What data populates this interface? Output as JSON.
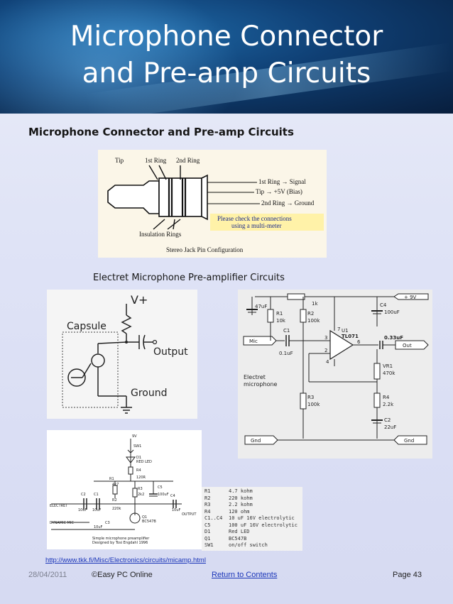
{
  "header": {
    "title_line1": "Microphone Connector",
    "title_line2": "and Pre-amp Circuits"
  },
  "subheading": "Microphone Connector and Pre-amp Circuits",
  "jack_figure": {
    "tip": "Tip",
    "ring1": "1st Ring",
    "ring2": "2nd Ring",
    "signal": "1st Ring → Signal",
    "bias": "Tip → +5V (Bias)",
    "ground": "2nd Ring → Ground",
    "insulation": "Insulation Rings",
    "note_line1": "Please check the connections",
    "note_line2": "using a multi-meter",
    "caption": "Stereo Jack Pin Configuration"
  },
  "preamp_caption": "Electret Microphone Pre-amplifier Circuits",
  "schematic1": {
    "vplus": "V+",
    "capsule": "Capsule",
    "output": "Output",
    "ground": "Ground"
  },
  "schematic2": {
    "c4": "C4",
    "c4_val": "100uF",
    "v9": "+ 9V",
    "c47": "47uF",
    "r1": "R1",
    "r1_val": "10k",
    "r2": "R2",
    "r2_val": "100k",
    "r_1k": "1k",
    "u1": "U1",
    "u1_val": "TL071",
    "c1": "C1",
    "c1_val": "0.1uF",
    "c033": "0.33uF",
    "mic": "Mic",
    "out": "Out",
    "pin7": "7",
    "pin3": "3",
    "pin2": "2",
    "pin6": "6",
    "pin4": "4",
    "vr1": "VR1",
    "vr1_val": "470k",
    "electret": "Electret",
    "microphone": "microphone",
    "r3": "R3",
    "r3_val": "100k",
    "r4": "R4",
    "r4_val": "2.2k",
    "c2": "C2",
    "c2_val": "22uF",
    "gnd_left": "Gnd",
    "gnd_right": "Gnd"
  },
  "schematic3": {
    "v9": "9V",
    "sw1": "SW1",
    "d1": "D1",
    "red_led": "RED LED",
    "r4": "R4",
    "r4_val": "120R",
    "r1": "R1",
    "r1_val": "4k7",
    "r3": "R3",
    "r3_val": "2k2",
    "c5": "C5",
    "c5_val": "100uF",
    "c2": "C2",
    "c1": "C1",
    "c_val1": "10uF",
    "c_val2": "10uF",
    "r2": "R2",
    "r2_val": "220k",
    "c4": "C4",
    "c4_val": "10uF",
    "c3": "C3",
    "electret": "ELECTRET",
    "dynamic_mic": "DYNAMIC MIC",
    "c3_val": "10uF",
    "output": "OUTPUT",
    "q1": "Q1",
    "q1_val": "BC547B",
    "note1": "Simple microphone preamplifier",
    "note2": "Designed by Tosi Engdahl 1996"
  },
  "parts_list": [
    [
      "R1",
      "4.7 kohm"
    ],
    [
      "R2",
      "220 kohm"
    ],
    [
      "R3",
      "2.2 kohm"
    ],
    [
      "R4",
      "120 ohm"
    ],
    [
      "C1..C4",
      "10 uF 16V electrolytic"
    ],
    [
      "C5",
      "100 uF 16V electrolytic"
    ],
    [
      "D1",
      "Red LED"
    ],
    [
      "Q1",
      "BC547B"
    ],
    [
      "SW1",
      "on/off switch"
    ]
  ],
  "source_url": "http://www.tkk.fi/Misc/Electronics/circuits/micamp.html",
  "footer": {
    "date": "28/04/2011",
    "copyright": "©Easy PC Online",
    "link": "Return to Contents",
    "page": "Page 43"
  }
}
